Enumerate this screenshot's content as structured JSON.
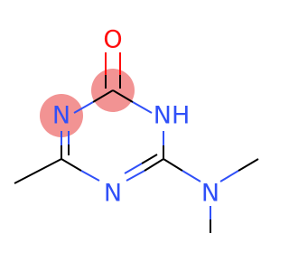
{
  "molecule": {
    "colors": {
      "bond": "#000000",
      "oxygen": "#ff0d0d",
      "nitrogen": "#3050f8",
      "highlight": "#f08080",
      "background": "#ffffff"
    },
    "atoms": {
      "o1": "O",
      "n_left": "N",
      "n_bottom": "N",
      "nh": "NH",
      "n_dimethyl": "N"
    },
    "highlighted_atoms": [
      "c_carbonyl",
      "n_left"
    ]
  }
}
